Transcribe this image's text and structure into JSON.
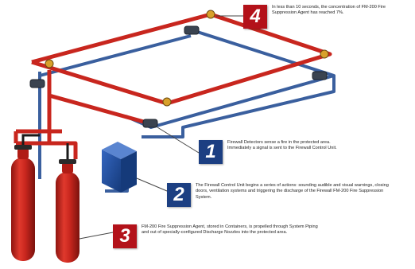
{
  "colors": {
    "pipe_red": "#c8261e",
    "pipe_blue": "#3a5f9e",
    "cylinder_red": "#d0281f",
    "badge_red": "#b3121a",
    "badge_blue": "#1c3f82",
    "panel_blue": "#1f4fa0",
    "nozzle_gold": "#d8a02a",
    "detector_gray": "#3a4350"
  },
  "icons": [
    "nozzle-icon",
    "detector-icon",
    "control-panel-icon",
    "agent-cylinder-icon"
  ],
  "callouts": [
    {
      "number": "1",
      "color": "blue",
      "text": "Firewall Detectors sense a fire in the protected area. Immediately a signal is sent to the Firewall Control Unit."
    },
    {
      "number": "2",
      "color": "blue",
      "text": "The Firewall Control Unit begins a series of actions: sounding audible and visual warnings, closing doors, ventilation systems and triggering the discharge of the Firewall FM-200 Fire Suppression System."
    },
    {
      "number": "3",
      "color": "red",
      "text": "FM-200 Fire Suppression Agent, stored in Containers, is propelled through System Piping and out of specially-configured Discharge Nozzles into the protected area."
    },
    {
      "number": "4",
      "color": "red",
      "text": "In less than 10 seconds, the concentration of FM-200 Fire Suppression Agent has reached 7%."
    }
  ]
}
